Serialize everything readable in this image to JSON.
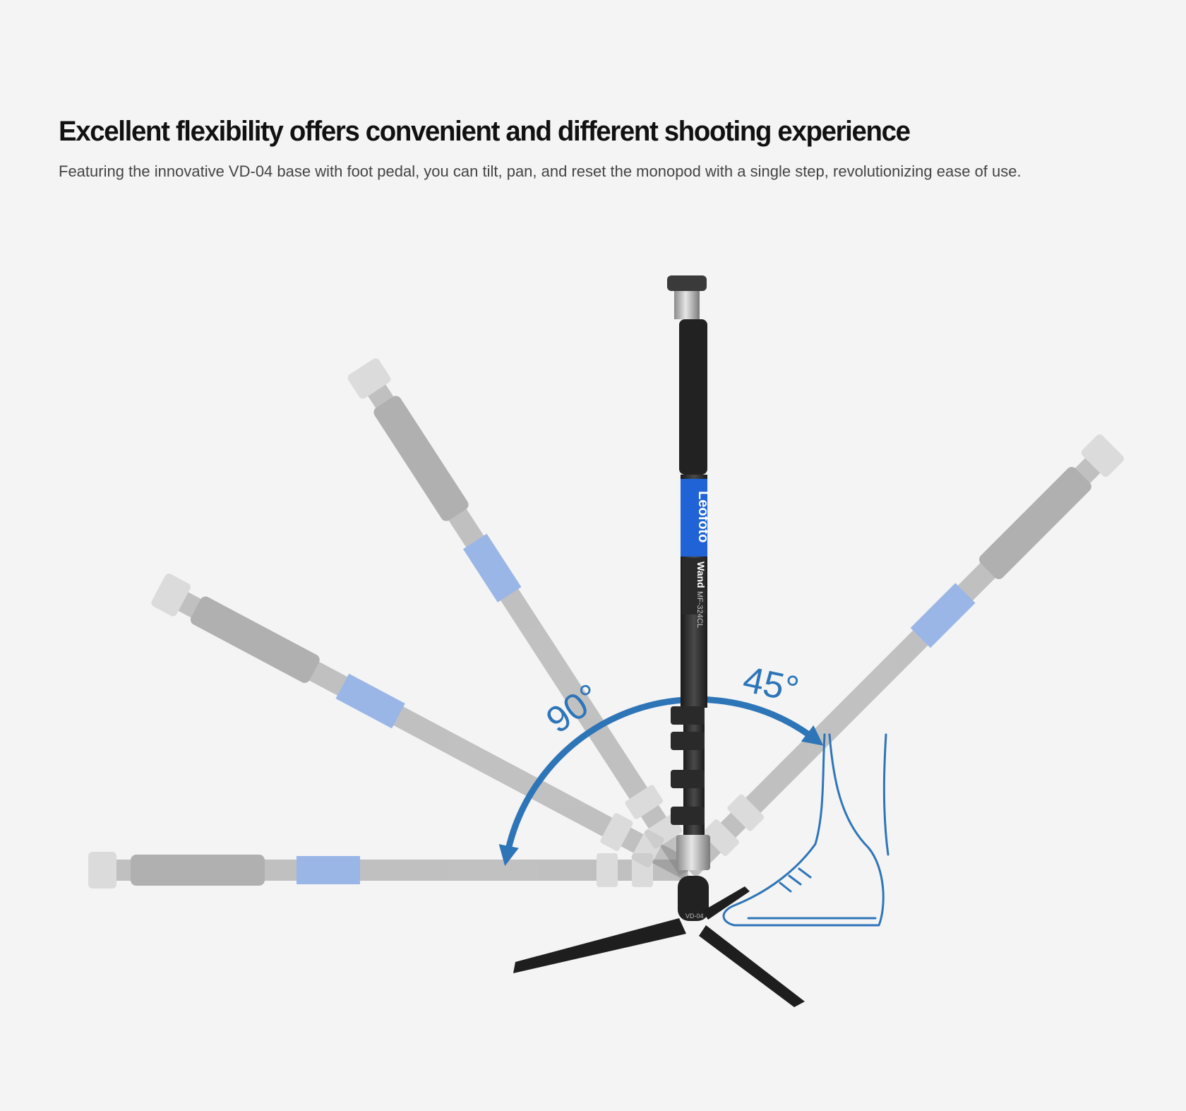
{
  "header": {
    "title": "Excellent flexibility offers convenient and different shooting experience",
    "subtitle": "Featuring the innovative VD-04 base with foot pedal, you can tilt, pan, and reset the monopod with a single step, revolutionizing ease of use."
  },
  "illustration": {
    "angle_left": "90°",
    "angle_right": "45°",
    "brand": "Leofoto",
    "model_name": "Wand",
    "model_code": "MF-324CL",
    "base_code": "VD-04",
    "colors": {
      "accent": "#2e75b8",
      "brand_label": "#1f63d6",
      "carbon": "#2a2a2a",
      "ghost": "#9a9a9a"
    }
  }
}
